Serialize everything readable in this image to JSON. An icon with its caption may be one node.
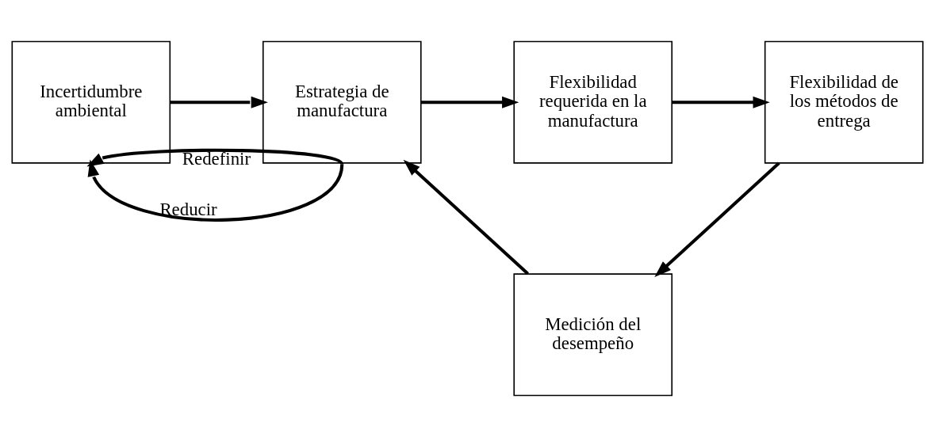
{
  "diagram": {
    "nodes": [
      {
        "text": [
          "Incertidumbre ambiental"
        ]
      },
      {
        "text": [
          "Estrategia de manufactura"
        ]
      },
      {
        "text": [
          "Flexibilidad requerida en la manufactura"
        ]
      },
      {
        "text": [
          "Flexibilidad de los métodos de entrega"
        ]
      },
      {
        "text": [
          "Medición del desempeño"
        ]
      }
    ],
    "edges": [
      {
        "from": 0,
        "to": 1,
        "arrow": "to"
      },
      {
        "from": 1,
        "to": 2,
        "arrow": "to"
      },
      {
        "from": 2,
        "to": 3,
        "arrow": "to"
      },
      {
        "from": 3,
        "to": 4,
        "arrow": "to"
      },
      {
        "from": 4,
        "to": 1,
        "arrow": "to"
      },
      {
        "from": 1,
        "to": 0,
        "arrow": "to",
        "label": "Reducir"
      },
      {
        "from": 1,
        "to": 0,
        "arrow": "to",
        "label": "Redefinir"
      }
    ]
  }
}
